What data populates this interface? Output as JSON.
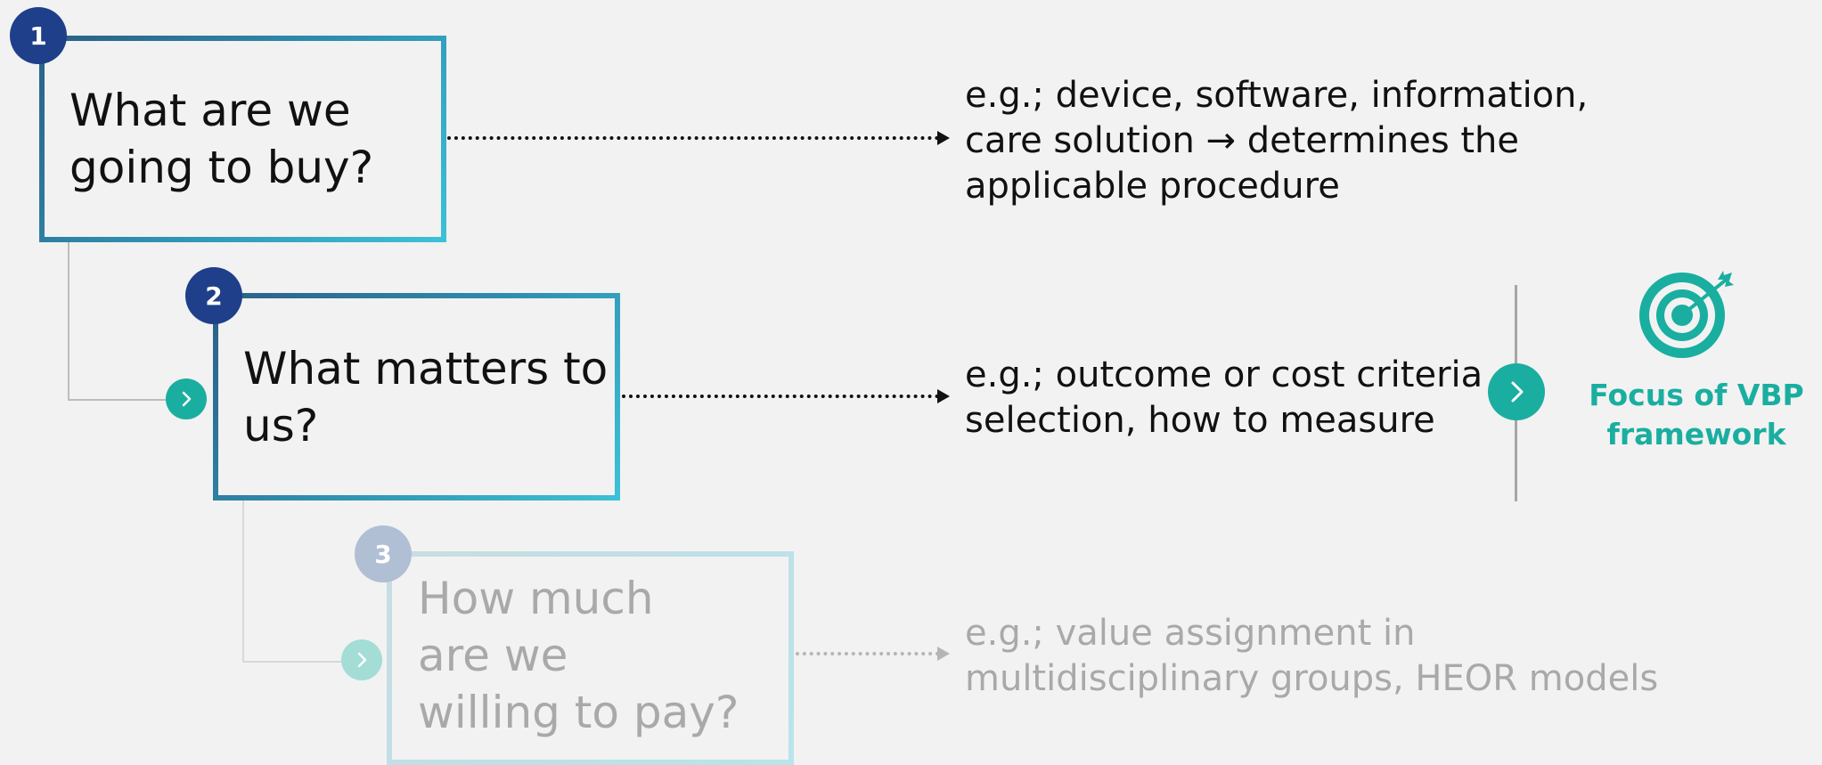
{
  "steps": [
    {
      "number": "1",
      "question": "What are we\ngoing to buy?",
      "example": "e.g.; device, software, information,\ncare solution → determines the\napplicable procedure"
    },
    {
      "number": "2",
      "question": "What matters to\nus?",
      "example": "e.g.; outcome or cost criteria\nselection, how to measure"
    },
    {
      "number": "3",
      "question": "How much\nare we\nwilling to pay?",
      "example": "e.g.; value assignment in\nmultidisciplinary groups, HEOR models"
    }
  ],
  "focus": {
    "label": "Focus of VBP\nframework",
    "icon": "target-icon",
    "color": "#1aaea0"
  },
  "colors": {
    "badge": "#1f3f8a",
    "badge_faded": "#b0bfd3",
    "chevron": "#1aaea0",
    "box_gradient_start": "#2b5f85",
    "box_gradient_end": "#3cc2d6",
    "background": "#f2f2f2"
  }
}
